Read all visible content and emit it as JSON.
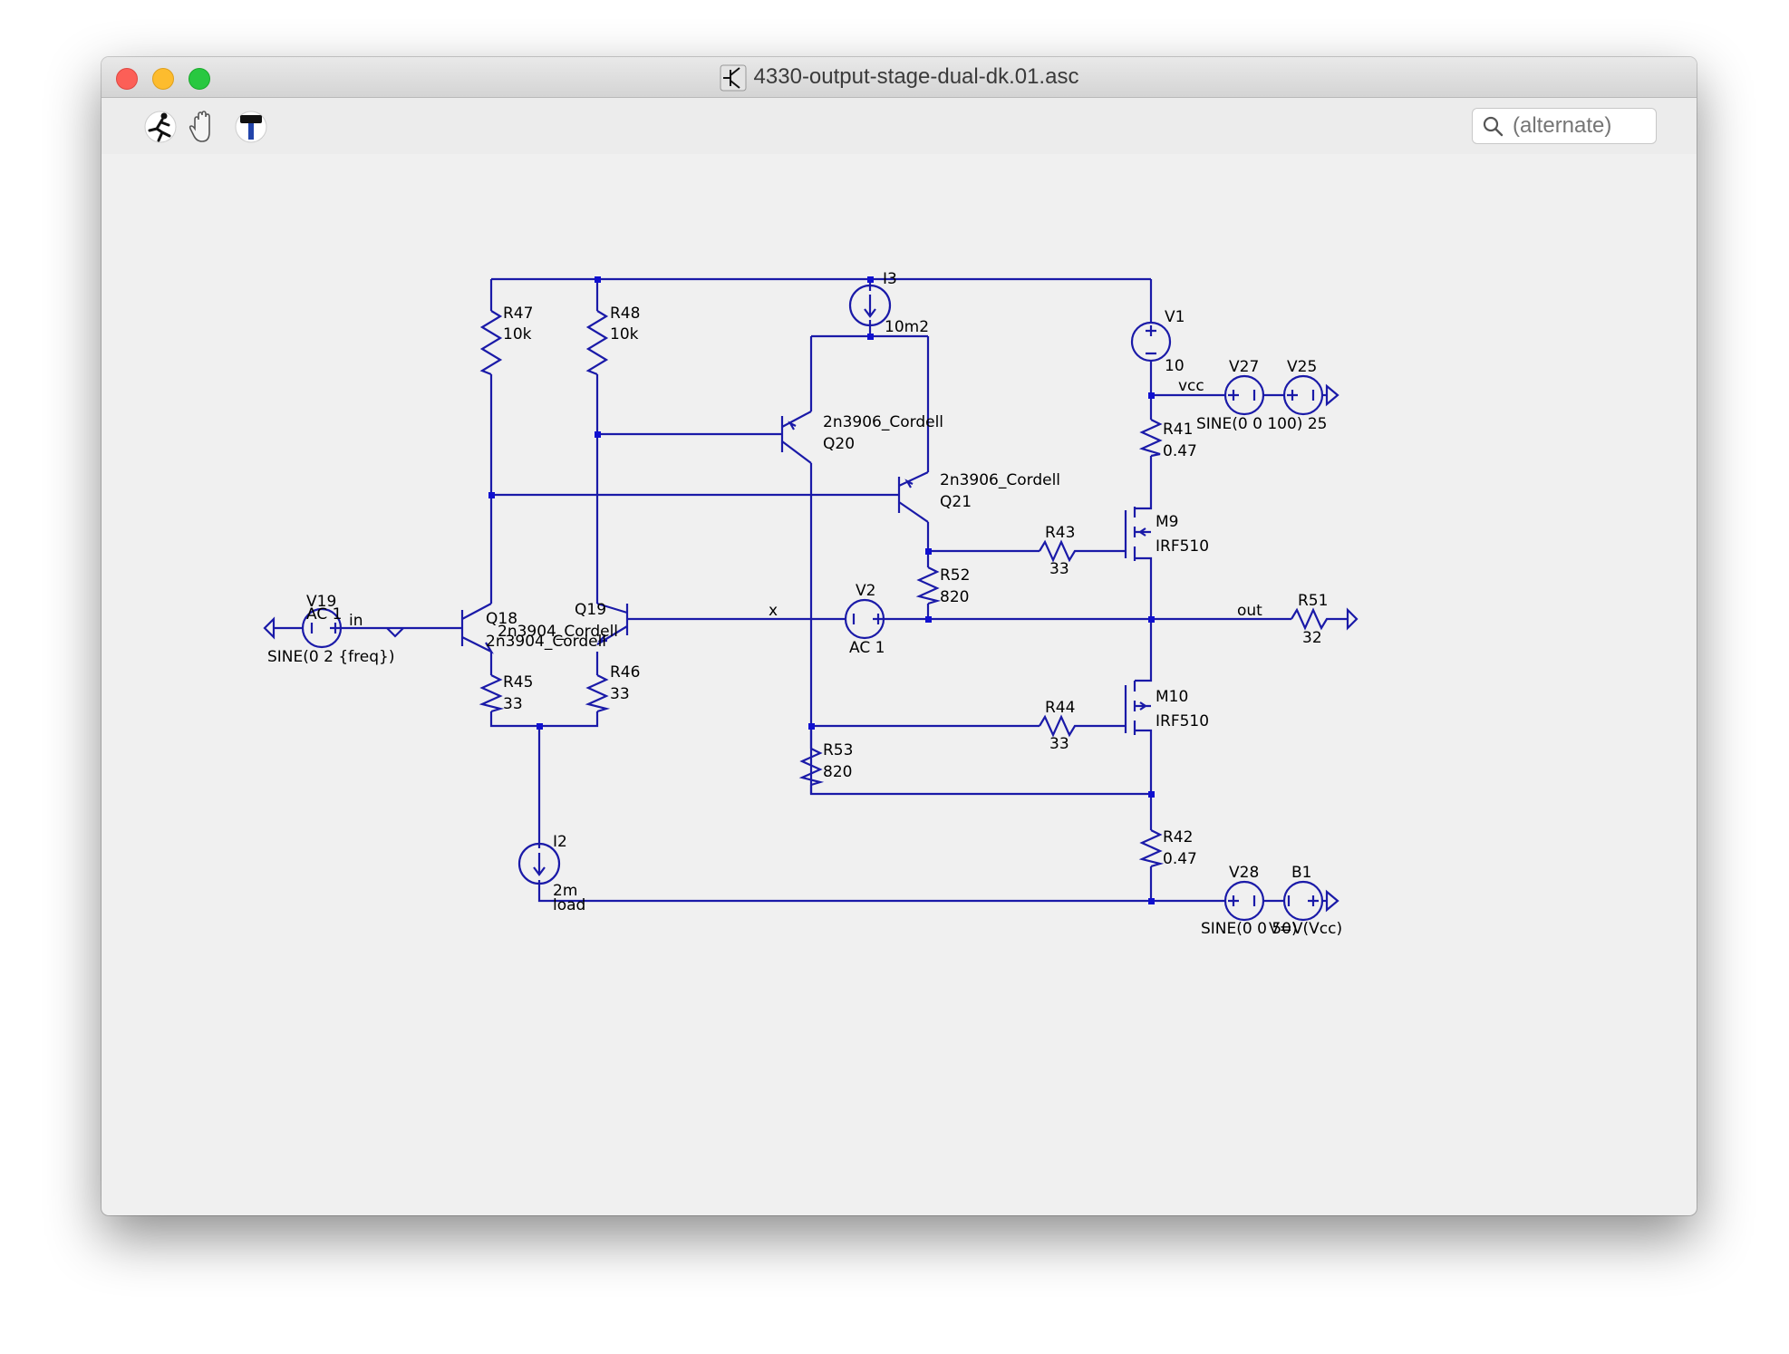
{
  "window": {
    "title": "4330-output-stage-dual-dk.01.asc"
  },
  "toolbar": {
    "tools": [
      "run-icon",
      "halt-icon",
      "hammer-icon"
    ]
  },
  "search": {
    "placeholder": "(alternate)"
  },
  "colors": {
    "wire": "#1a1aa8",
    "junction": "#1010d0",
    "canvas": "#f0f0f0"
  },
  "schematic": {
    "R47": {
      "name": "R47",
      "value": "10k"
    },
    "R48": {
      "name": "R48",
      "value": "10k"
    },
    "I3": {
      "name": "I3",
      "value": "10m2"
    },
    "V1": {
      "name": "V1",
      "value": "10"
    },
    "vcc": "vcc",
    "V27": {
      "name": "V27"
    },
    "V25": {
      "name": "V25"
    },
    "V27_value": "SINE(0 0 100) 25",
    "R41": {
      "name": "R41",
      "value": "0.47"
    },
    "Q20": {
      "name": "Q20",
      "model": "2n3906_Cordell"
    },
    "Q21": {
      "name": "Q21",
      "model": "2n3906_Cordell"
    },
    "M9": {
      "name": "M9",
      "model": "IRF510"
    },
    "R43": {
      "name": "R43",
      "value": "33"
    },
    "R52": {
      "name": "R52",
      "value": "820"
    },
    "V19": {
      "name": "V19",
      "ac": "AC 1",
      "value": "SINE(0 2 {freq})"
    },
    "in": "in",
    "Q18": {
      "name": "Q18",
      "model": "2n3904_Cordell"
    },
    "Q19": {
      "name": "Q19",
      "model": "2n3904_Cordell"
    },
    "x": "x",
    "V2": {
      "name": "V2",
      "value": "AC 1"
    },
    "out": "out",
    "R51": {
      "name": "R51",
      "value": "32"
    },
    "R45": {
      "name": "R45",
      "value": "33"
    },
    "R46": {
      "name": "R46",
      "value": "33"
    },
    "M10": {
      "name": "M10",
      "model": "IRF510"
    },
    "R44": {
      "name": "R44",
      "value": "33"
    },
    "R53": {
      "name": "R53",
      "value": "820"
    },
    "R42": {
      "name": "R42",
      "value": "0.47"
    },
    "I2": {
      "name": "I2",
      "value": "2m",
      "type": "load"
    },
    "V28": {
      "name": "V28",
      "value": "SINE(0 0 50)"
    },
    "B1": {
      "name": "B1",
      "value": "V=V(Vcc)"
    }
  }
}
